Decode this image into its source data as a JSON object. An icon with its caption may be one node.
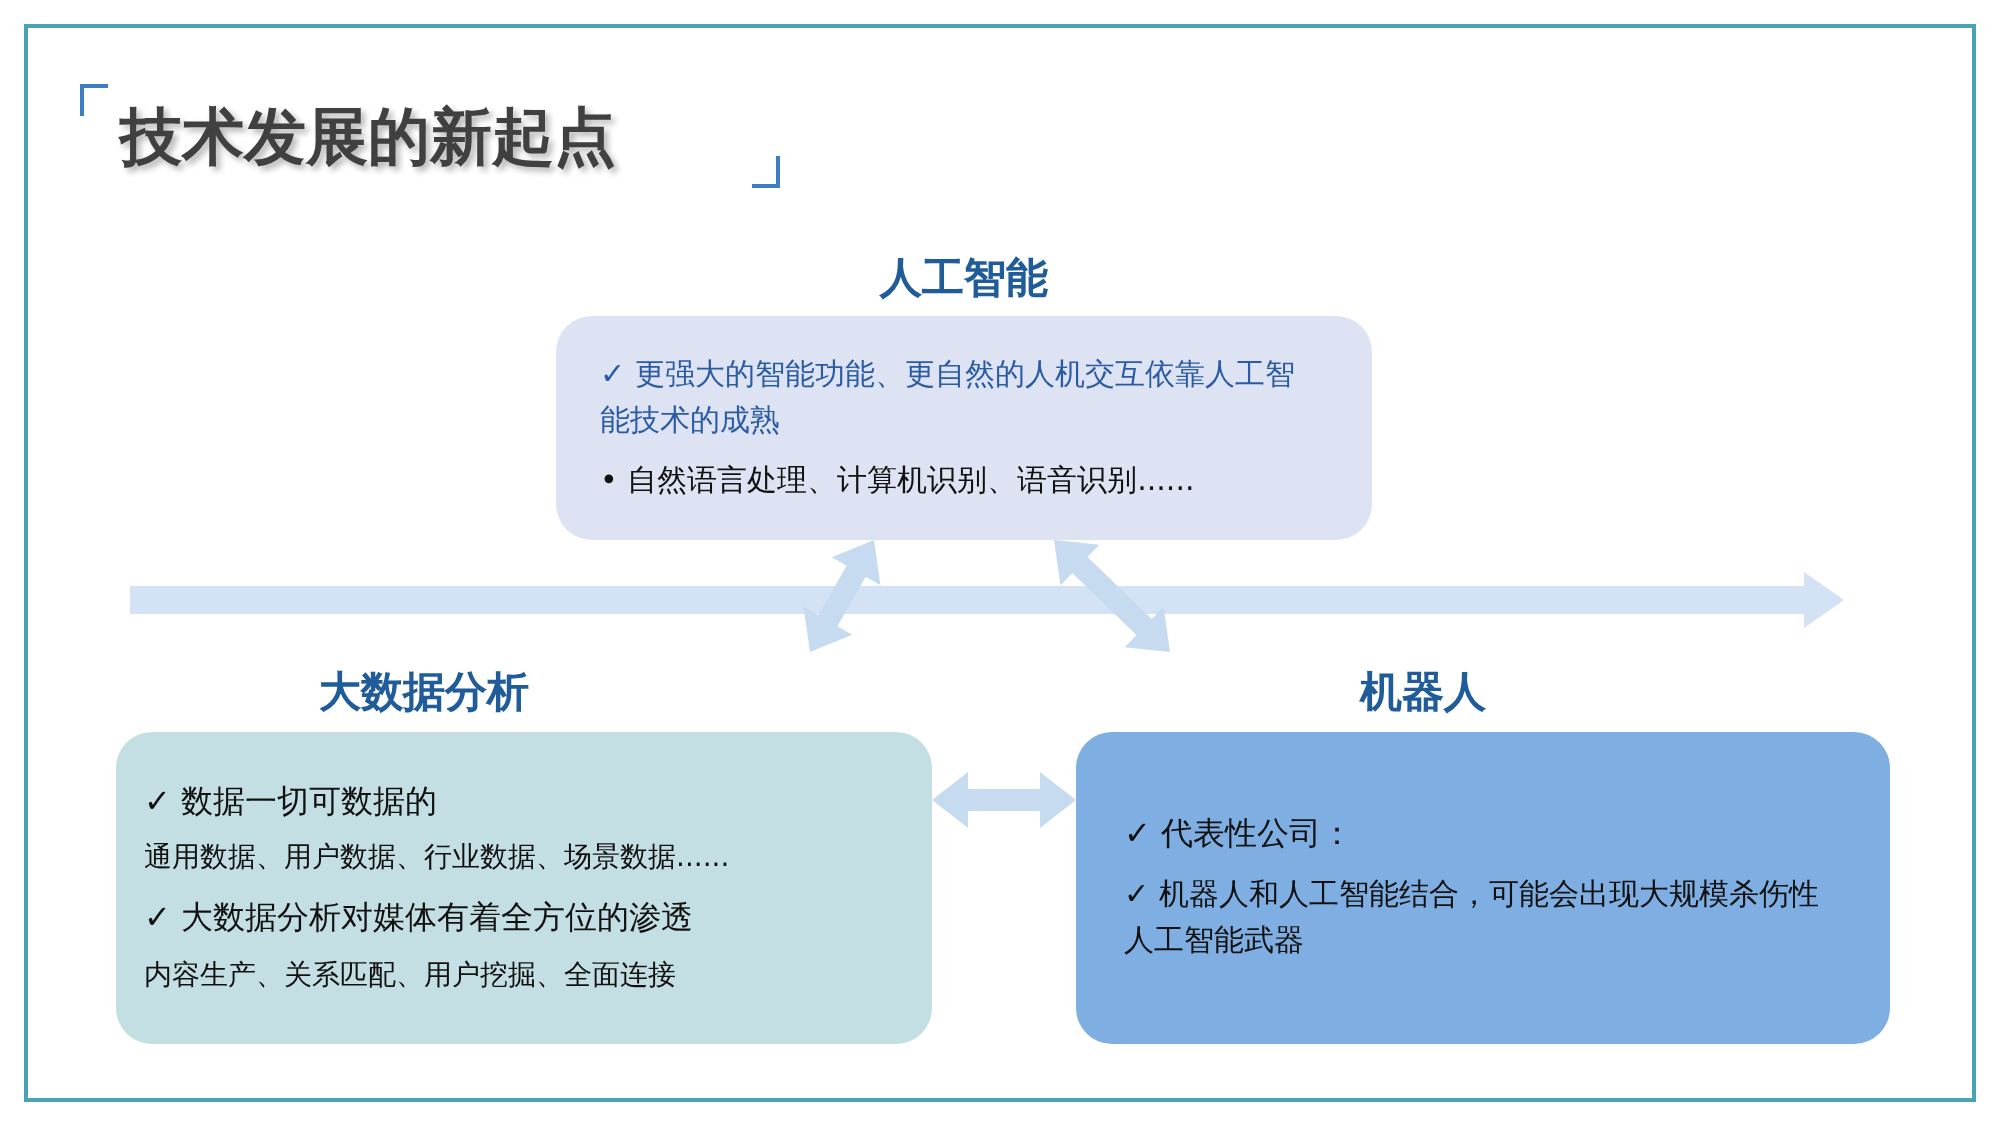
{
  "diagram": {
    "title": "技术发展的新起点",
    "nodes": [
      {
        "text": [
          "人工智能",
          "✓ 更强大的智能功能、更自然的人机交互依靠人工智能技术的成熟",
          "• 自然语言处理、计算机识别、语音识别......"
        ]
      },
      {
        "text": [
          "大数据分析",
          "✓ 数据一切可数据的",
          "通用数据、用户数据、行业数据、场景数据......",
          "✓ 大数据分析对媒体有着全方位的渗透",
          "内容生产、关系匹配、用户挖掘、全面连接"
        ]
      },
      {
        "text": [
          "机器人",
          "✓ 代表性公司：",
          "✓ 机器人和人工智能结合，可能会出现大规模杀伤性人工智能武器"
        ]
      }
    ],
    "edges": [
      {
        "from": 0,
        "to": 1,
        "arrow": "both"
      },
      {
        "from": 0,
        "to": 2,
        "arrow": "both"
      },
      {
        "from": 1,
        "to": 2,
        "arrow": "both"
      }
    ]
  }
}
